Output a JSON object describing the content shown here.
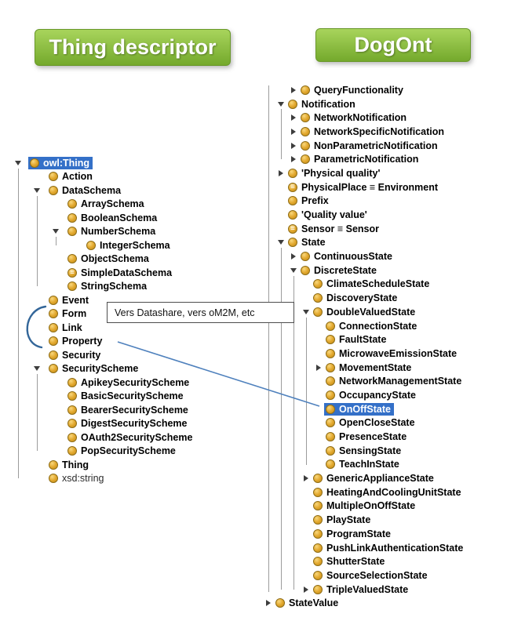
{
  "headers": {
    "left": "Thing descriptor",
    "right": "DogOnt"
  },
  "callout": {
    "text": "Vers Datashare, vers oM2M, etc"
  },
  "colors": {
    "selection_blue": "#3470c8",
    "header_gradient_top": "#a8d45c",
    "header_gradient_bottom": "#74a92c",
    "class_icon_gold": "#e2a82e",
    "connector_line_blue": "#4f81bd",
    "connector_curve_blue": "#336699"
  },
  "left_tree": {
    "items": [
      {
        "label": "owl:Thing",
        "level": 0,
        "arrow": "down",
        "icon": "class",
        "selected": true
      },
      {
        "label": "Action",
        "level": 1,
        "icon": "class"
      },
      {
        "label": "DataSchema",
        "level": 1,
        "arrow": "down",
        "icon": "class"
      },
      {
        "label": "ArraySchema",
        "level": 2,
        "icon": "class"
      },
      {
        "label": "BooleanSchema",
        "level": 2,
        "icon": "class"
      },
      {
        "label": "NumberSchema",
        "level": 2,
        "arrow": "down",
        "icon": "class"
      },
      {
        "label": "IntegerSchema",
        "level": 3,
        "icon": "class"
      },
      {
        "label": "ObjectSchema",
        "level": 2,
        "icon": "class"
      },
      {
        "label": "SimpleDataSchema",
        "level": 2,
        "icon": "equivalent"
      },
      {
        "label": "StringSchema",
        "level": 2,
        "icon": "class"
      },
      {
        "label": "Event",
        "level": 1,
        "icon": "class"
      },
      {
        "label": "Form",
        "level": 1,
        "icon": "class"
      },
      {
        "label": "Link",
        "level": 1,
        "icon": "class"
      },
      {
        "label": "Property",
        "level": 1,
        "icon": "class"
      },
      {
        "label": "Security",
        "level": 1,
        "icon": "class"
      },
      {
        "label": "SecurityScheme",
        "level": 1,
        "arrow": "down",
        "icon": "class"
      },
      {
        "label": "ApikeySecurityScheme",
        "level": 2,
        "icon": "class"
      },
      {
        "label": "BasicSecurityScheme",
        "level": 2,
        "icon": "class"
      },
      {
        "label": "BearerSecurityScheme",
        "level": 2,
        "icon": "class"
      },
      {
        "label": "DigestSecurityScheme",
        "level": 2,
        "icon": "class"
      },
      {
        "label": "OAuth2SecurityScheme",
        "level": 2,
        "icon": "class"
      },
      {
        "label": "PopSecurityScheme",
        "level": 2,
        "icon": "class"
      },
      {
        "label": "Thing",
        "level": 1,
        "icon": "class"
      },
      {
        "label": "xsd:string",
        "level": 1,
        "icon": "class",
        "muted": true
      }
    ]
  },
  "right_tree": {
    "items": [
      {
        "label": "QueryFunctionality",
        "level": 2,
        "arrow": "right",
        "icon": "class"
      },
      {
        "label": "Notification",
        "level": 1,
        "arrow": "down",
        "icon": "class"
      },
      {
        "label": "NetworkNotification",
        "level": 2,
        "arrow": "right",
        "icon": "class"
      },
      {
        "label": "NetworkSpecificNotification",
        "level": 2,
        "arrow": "right",
        "icon": "class"
      },
      {
        "label": "NonParametricNotification",
        "level": 2,
        "arrow": "right",
        "icon": "class"
      },
      {
        "label": "ParametricNotification",
        "level": 2,
        "arrow": "right",
        "icon": "class"
      },
      {
        "label": "'Physical quality'",
        "level": 1,
        "arrow": "right",
        "icon": "class"
      },
      {
        "label": "PhysicalPlace ≡ Environment",
        "level": 1,
        "icon": "equivalent"
      },
      {
        "label": "Prefix",
        "level": 1,
        "icon": "class"
      },
      {
        "label": "'Quality value'",
        "level": 1,
        "icon": "class"
      },
      {
        "label": "Sensor ≡ Sensor",
        "level": 1,
        "icon": "equivalent"
      },
      {
        "label": "State",
        "level": 1,
        "arrow": "down",
        "icon": "class"
      },
      {
        "label": "ContinuousState",
        "level": 2,
        "arrow": "right",
        "icon": "class"
      },
      {
        "label": "DiscreteState",
        "level": 2,
        "arrow": "down",
        "icon": "class"
      },
      {
        "label": "ClimateScheduleState",
        "level": 3,
        "icon": "class"
      },
      {
        "label": "DiscoveryState",
        "level": 3,
        "icon": "class"
      },
      {
        "label": "DoubleValuedState",
        "level": 3,
        "arrow": "down",
        "icon": "class"
      },
      {
        "label": "ConnectionState",
        "level": 4,
        "icon": "class"
      },
      {
        "label": "FaultState",
        "level": 4,
        "icon": "class"
      },
      {
        "label": "MicrowaveEmissionState",
        "level": 4,
        "icon": "class"
      },
      {
        "label": "MovementState",
        "level": 4,
        "arrow": "right",
        "icon": "class"
      },
      {
        "label": "NetworkManagementState",
        "level": 4,
        "icon": "class"
      },
      {
        "label": "OccupancyState",
        "level": 4,
        "icon": "class"
      },
      {
        "label": "OnOffState",
        "level": 4,
        "icon": "class",
        "selected": true
      },
      {
        "label": "OpenCloseState",
        "level": 4,
        "icon": "class"
      },
      {
        "label": "PresenceState",
        "level": 4,
        "icon": "class"
      },
      {
        "label": "SensingState",
        "level": 4,
        "icon": "class"
      },
      {
        "label": "TeachInState",
        "level": 4,
        "icon": "class"
      },
      {
        "label": "GenericApplianceState",
        "level": 3,
        "arrow": "right",
        "icon": "class"
      },
      {
        "label": "HeatingAndCoolingUnitState",
        "level": 3,
        "icon": "class"
      },
      {
        "label": "MultipleOnOffState",
        "level": 3,
        "icon": "class"
      },
      {
        "label": "PlayState",
        "level": 3,
        "icon": "class"
      },
      {
        "label": "ProgramState",
        "level": 3,
        "icon": "class"
      },
      {
        "label": "PushLinkAuthenticationState",
        "level": 3,
        "icon": "class"
      },
      {
        "label": "ShutterState",
        "level": 3,
        "icon": "class"
      },
      {
        "label": "SourceSelectionState",
        "level": 3,
        "icon": "class"
      },
      {
        "label": "TripleValuedState",
        "level": 3,
        "arrow": "right",
        "icon": "class"
      },
      {
        "label": "StateValue",
        "level": 0,
        "arrow": "right",
        "icon": "class"
      }
    ]
  }
}
